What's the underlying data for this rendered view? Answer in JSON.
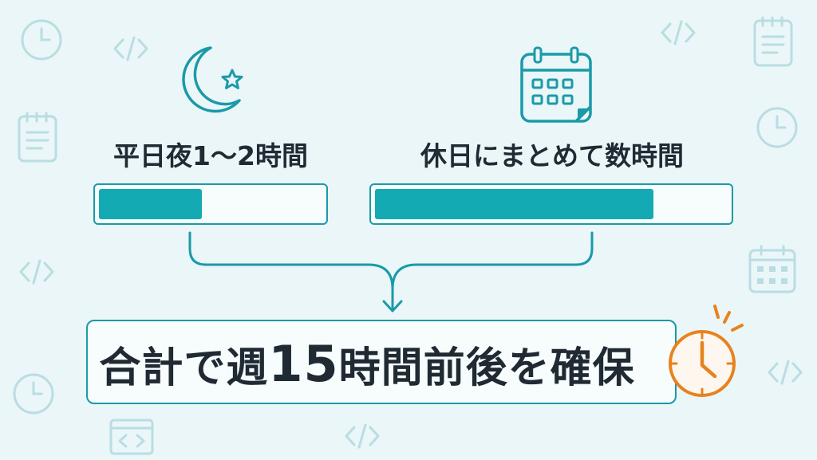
{
  "left_panel": {
    "label": "平日夜1〜2時間",
    "icon": "moon-star-icon",
    "fill_fraction": 0.46
  },
  "right_panel": {
    "label": "休日にまとめて数時間",
    "icon": "calendar-icon",
    "fill_fraction": 0.79
  },
  "summary": {
    "prefix": "合計で週",
    "number": "15",
    "suffix": "時間前後を確保",
    "icon": "clock-icon"
  },
  "colors": {
    "accent": "#14aab3",
    "outline": "#1a9aa8",
    "text": "#1f2a33",
    "clock": "#e8821e",
    "background": "#eaf6f8"
  }
}
